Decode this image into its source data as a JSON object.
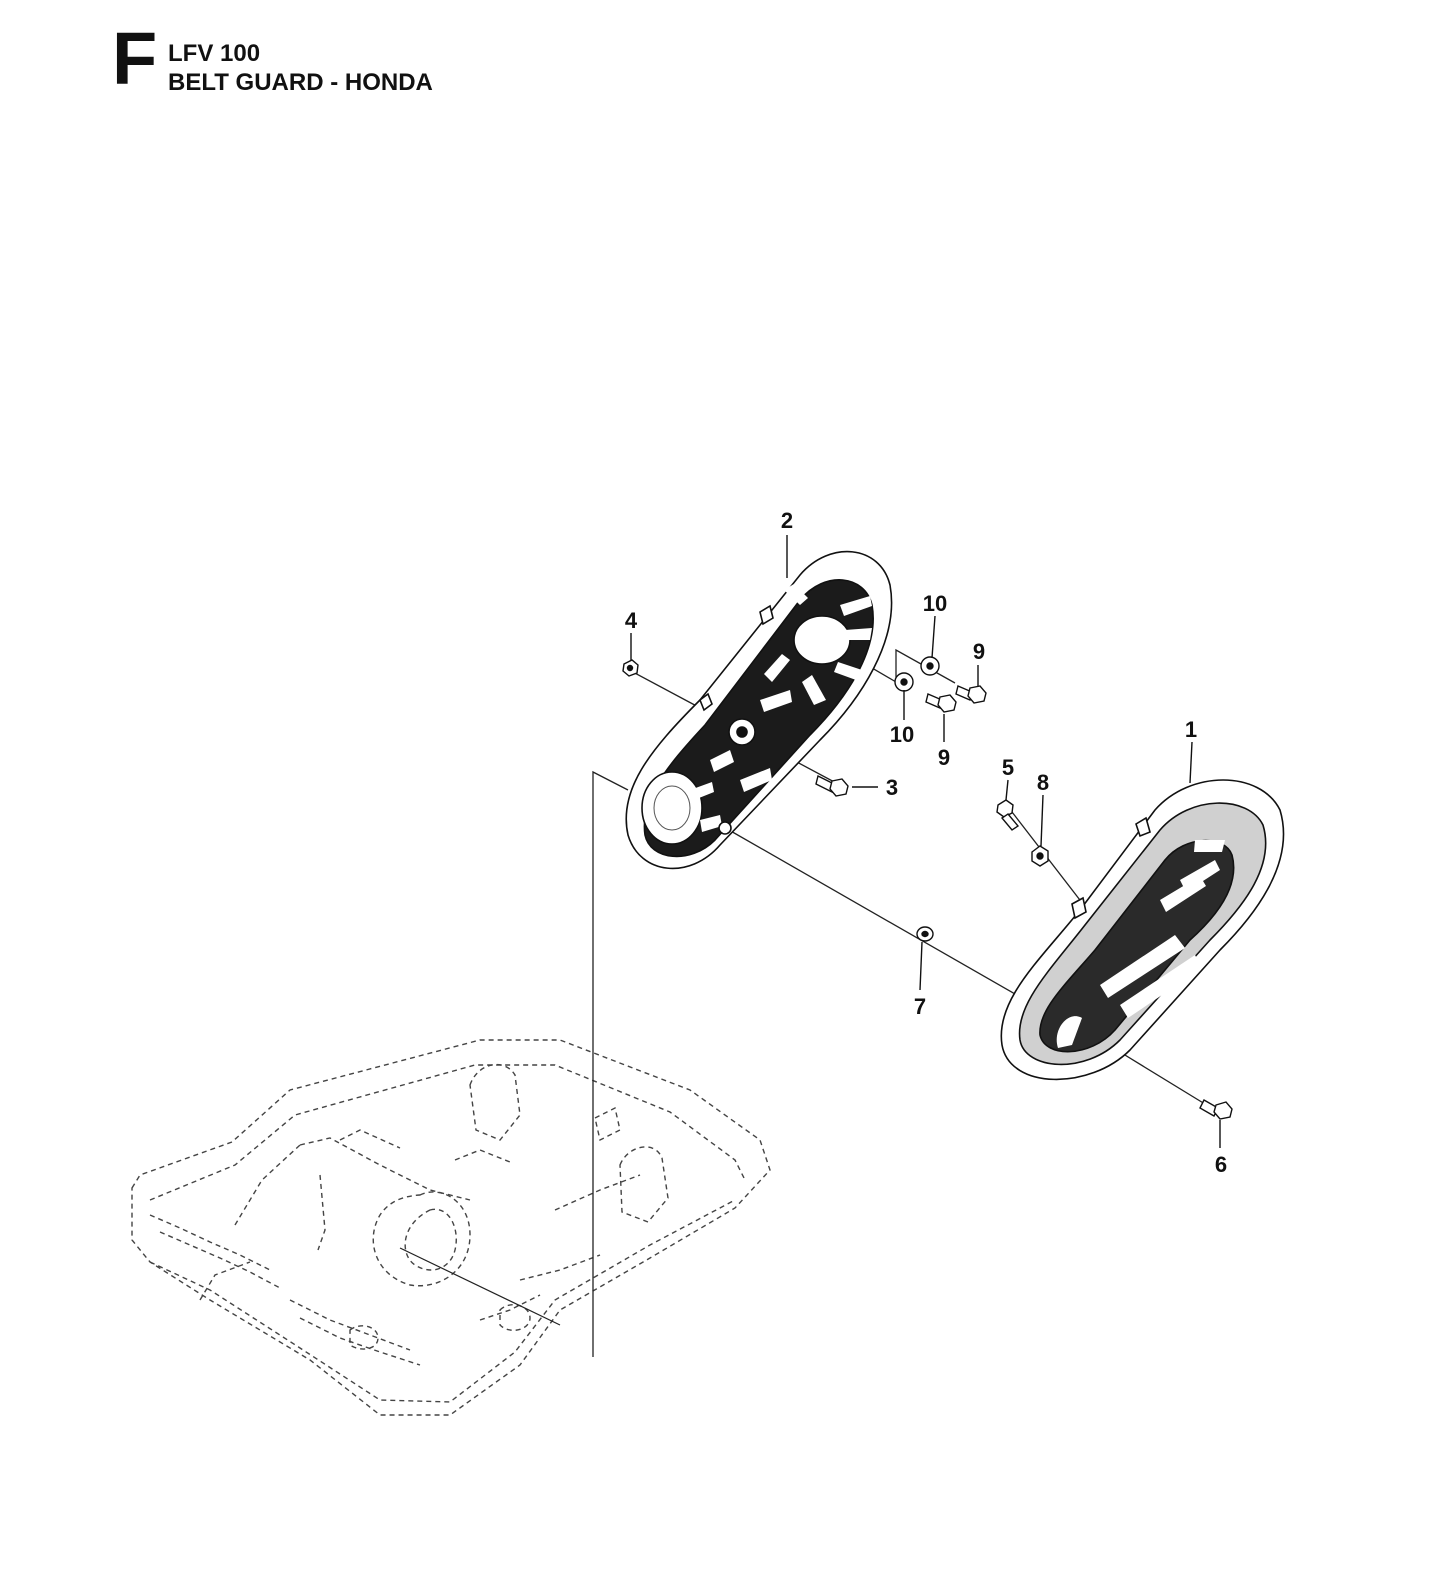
{
  "header": {
    "section_letter": "F",
    "model": "LFV 100",
    "title": "BELT GUARD - HONDA"
  },
  "callouts": {
    "c1": "1",
    "c2": "2",
    "c3": "3",
    "c4": "4",
    "c5": "5",
    "c6": "6",
    "c7": "7",
    "c8": "8",
    "c9a": "9",
    "c9b": "9",
    "c10a": "10",
    "c10b": "10"
  }
}
